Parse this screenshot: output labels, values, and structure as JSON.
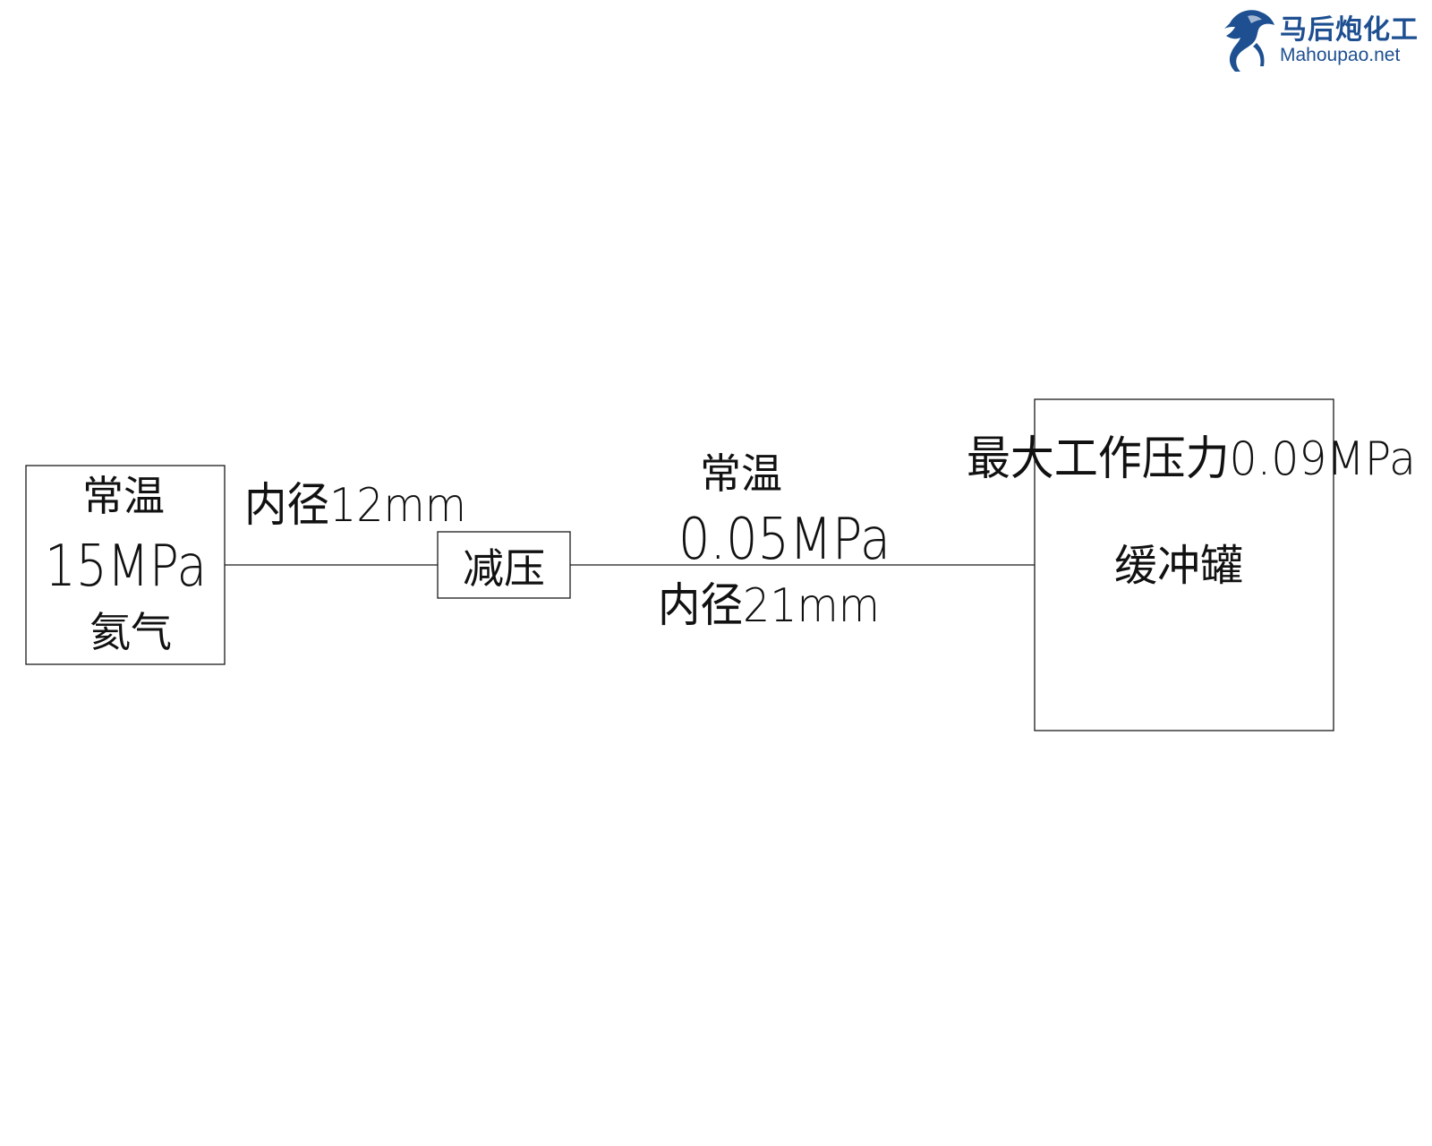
{
  "logo": {
    "title": "马后炮化工",
    "url": "Mahoupao.net",
    "color": "#1d4f91",
    "icon": "horse-icon"
  },
  "source_box": {
    "line1": "常温",
    "line2": "15MPa",
    "line3": "氦气"
  },
  "pipe_inlet": {
    "diameter_label": "内径12mm"
  },
  "reducer": {
    "label": "减压"
  },
  "pipe_outlet": {
    "temperature_label": "常温",
    "pressure_label": "0.05MPa",
    "diameter_label": "内径21mm"
  },
  "buffer_tank": {
    "max_pressure_label": "最大工作压力0.09MPa",
    "name": "缓冲罐"
  },
  "colors": {
    "line": "#1a1a1a",
    "background": "#ffffff",
    "brand": "#1d4f91"
  }
}
